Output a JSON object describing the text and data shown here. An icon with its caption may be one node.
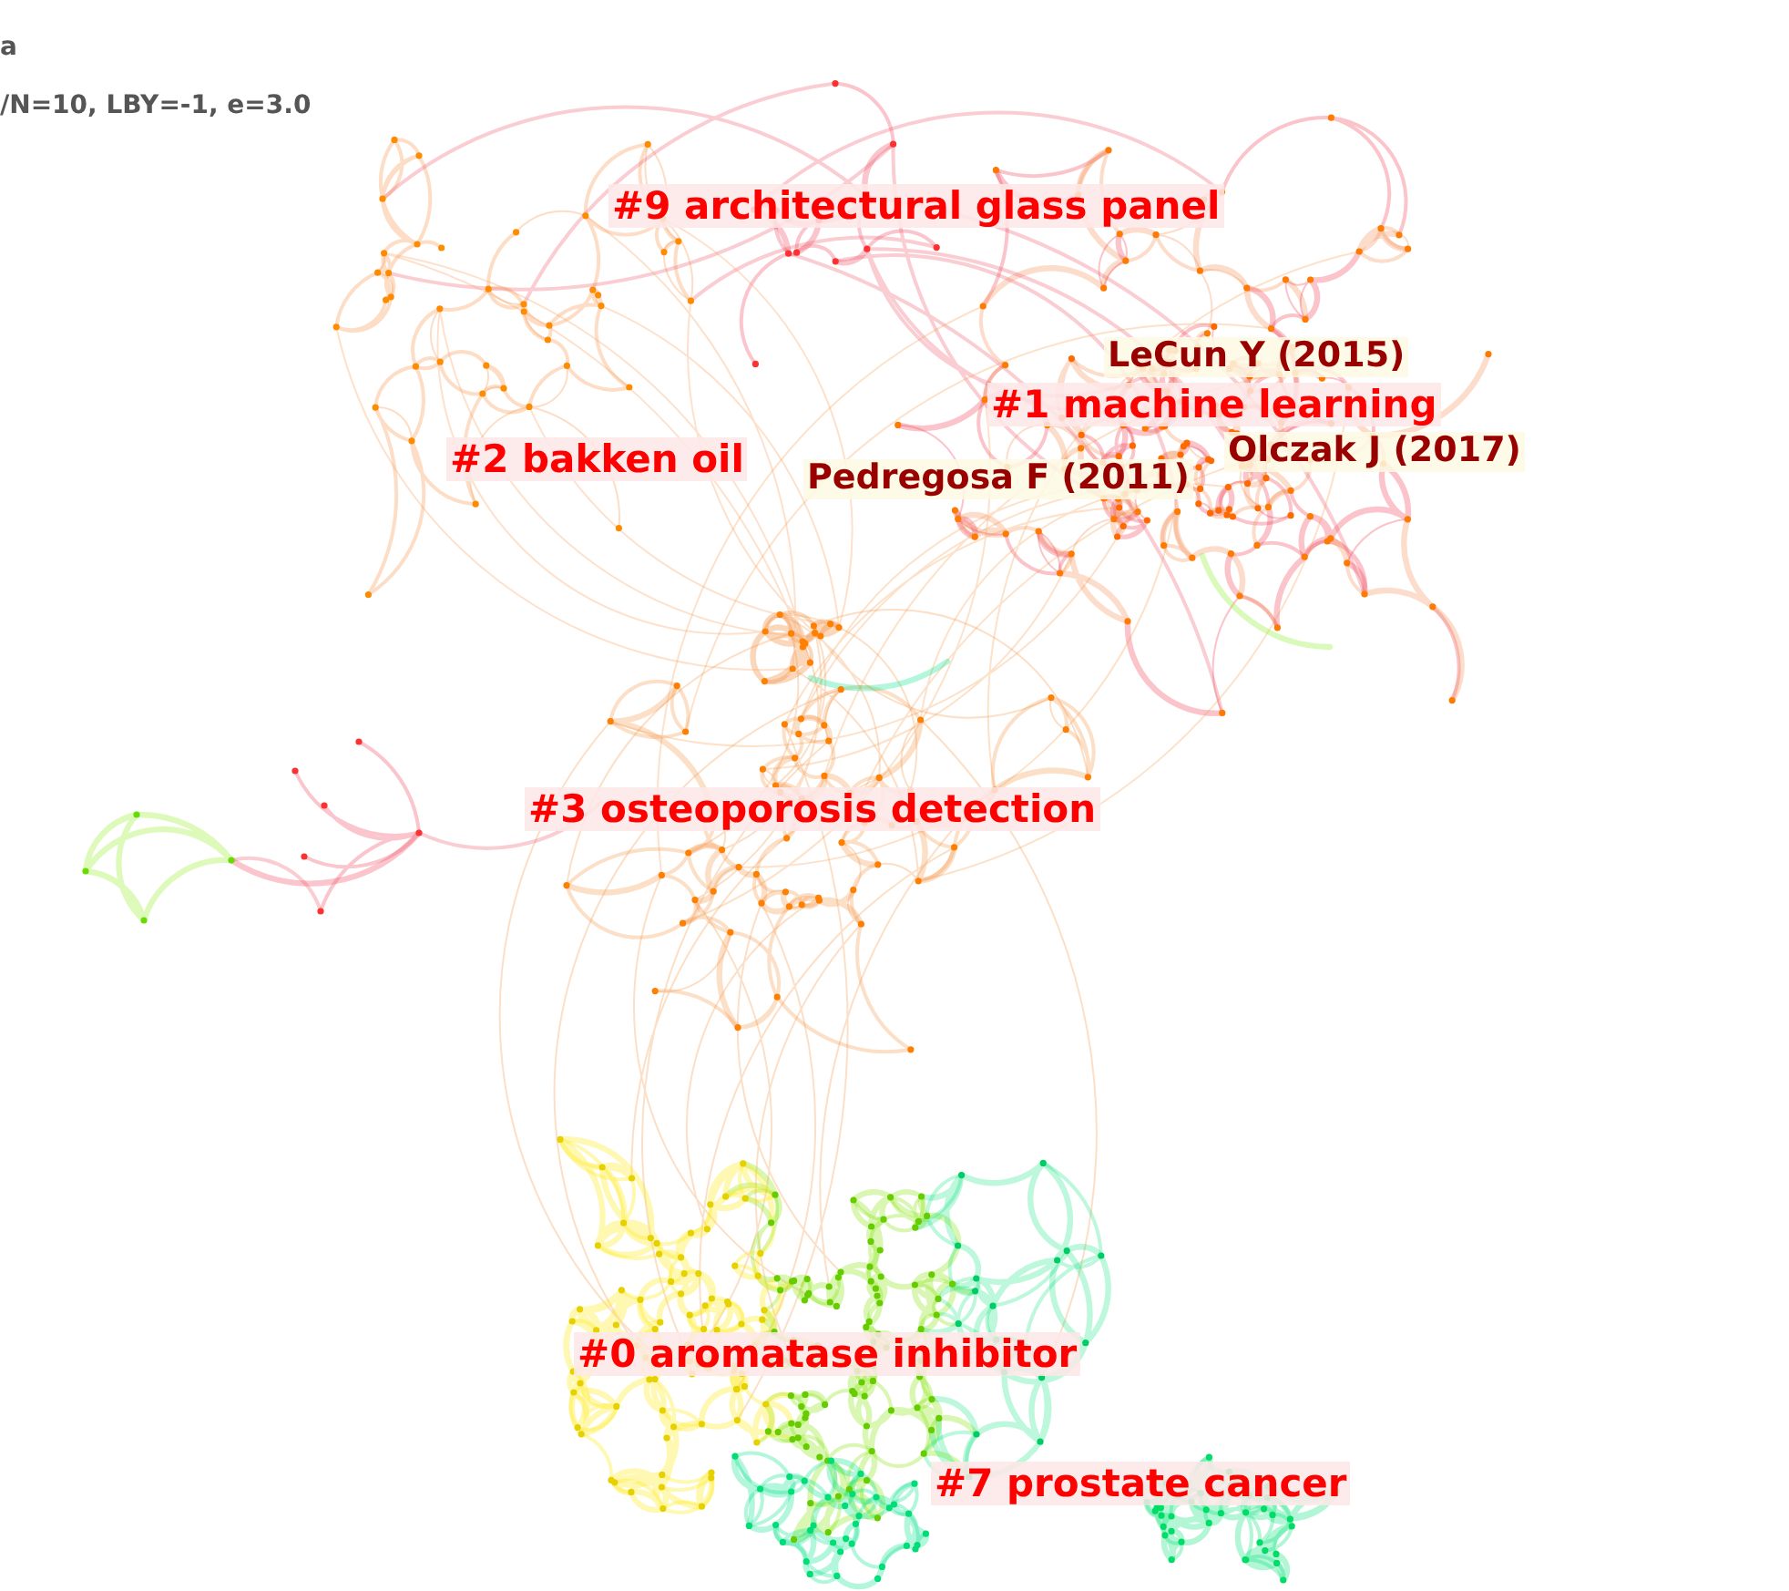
{
  "diagram": {
    "labels": [
      "a",
      "/N=10, LBY=-1, e=3.0",
      "#9 architectural glass panel",
      "LeCun Y (2015)",
      "#1 machine learning",
      "Olczak J (2017)",
      "#2 bakken oil",
      "Pedregosa F (2011)",
      "#3 osteoporosis detection",
      "#0 aromatase inhibitor",
      "#7 prostate cancer"
    ]
  }
}
